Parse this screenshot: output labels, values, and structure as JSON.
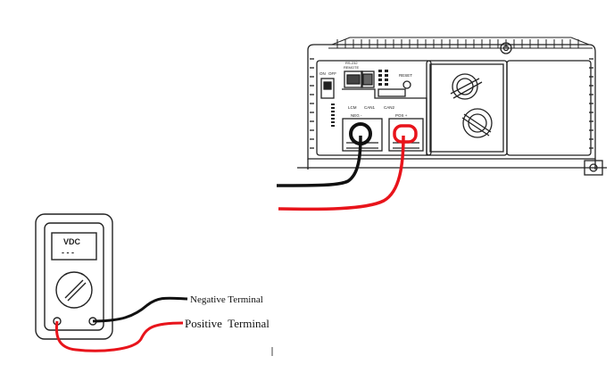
{
  "meter": {
    "display_label": "VDC",
    "display_dashes": "- - -"
  },
  "inverter": {
    "switch_on": "ON",
    "switch_off": "OFF",
    "port_rs232": "RS-232",
    "port_remote": "REMOTE",
    "reset_label": "RESET",
    "lcm_label": "LCM",
    "can1_label": "CAN1",
    "can2_label": "CAN2",
    "neg_terminal_label": "NEG -",
    "pos_terminal_label": "POS +"
  },
  "labels": {
    "negative_terminal": "Negative Terminal",
    "positive_terminal": "Positive  Terminal"
  },
  "colors": {
    "positive_wire": "#e8141b",
    "negative_wire": "#111111",
    "outline": "#222222"
  }
}
